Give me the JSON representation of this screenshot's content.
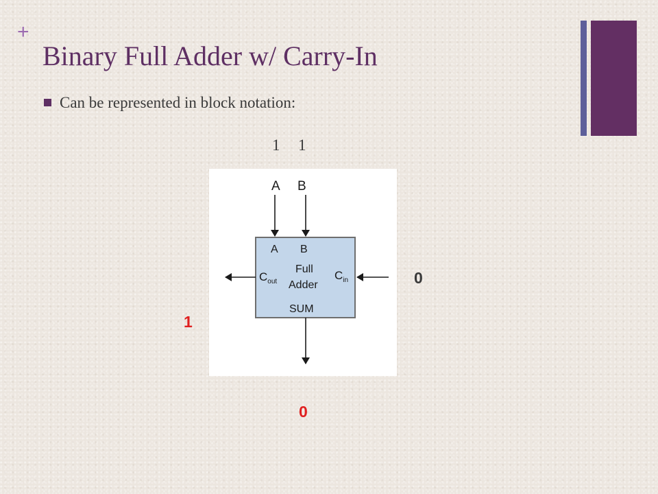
{
  "slide": {
    "marker": "+",
    "title": "Binary Full Adder w/ Carry-In",
    "bullet": "Can be represented in block notation:"
  },
  "block": {
    "input_a": "A",
    "input_b": "B",
    "port_a": "A",
    "port_b": "B",
    "name_line1": "Full",
    "name_line2": "Adder",
    "cout_main": "C",
    "cout_sub": "out",
    "cin_main": "C",
    "cin_sub": "in",
    "sum_label": "SUM"
  },
  "values": {
    "a": "1",
    "b": "1",
    "cin": "0",
    "cout": "1",
    "sum": "0"
  },
  "colors": {
    "title": "#5e2f63",
    "accent_bar": "#632f63",
    "accent_bar_thin": "#5d5f9a",
    "block_fill": "#c3d6ea",
    "block_stroke": "#6e6e6e",
    "output_highlight": "#e02020"
  }
}
